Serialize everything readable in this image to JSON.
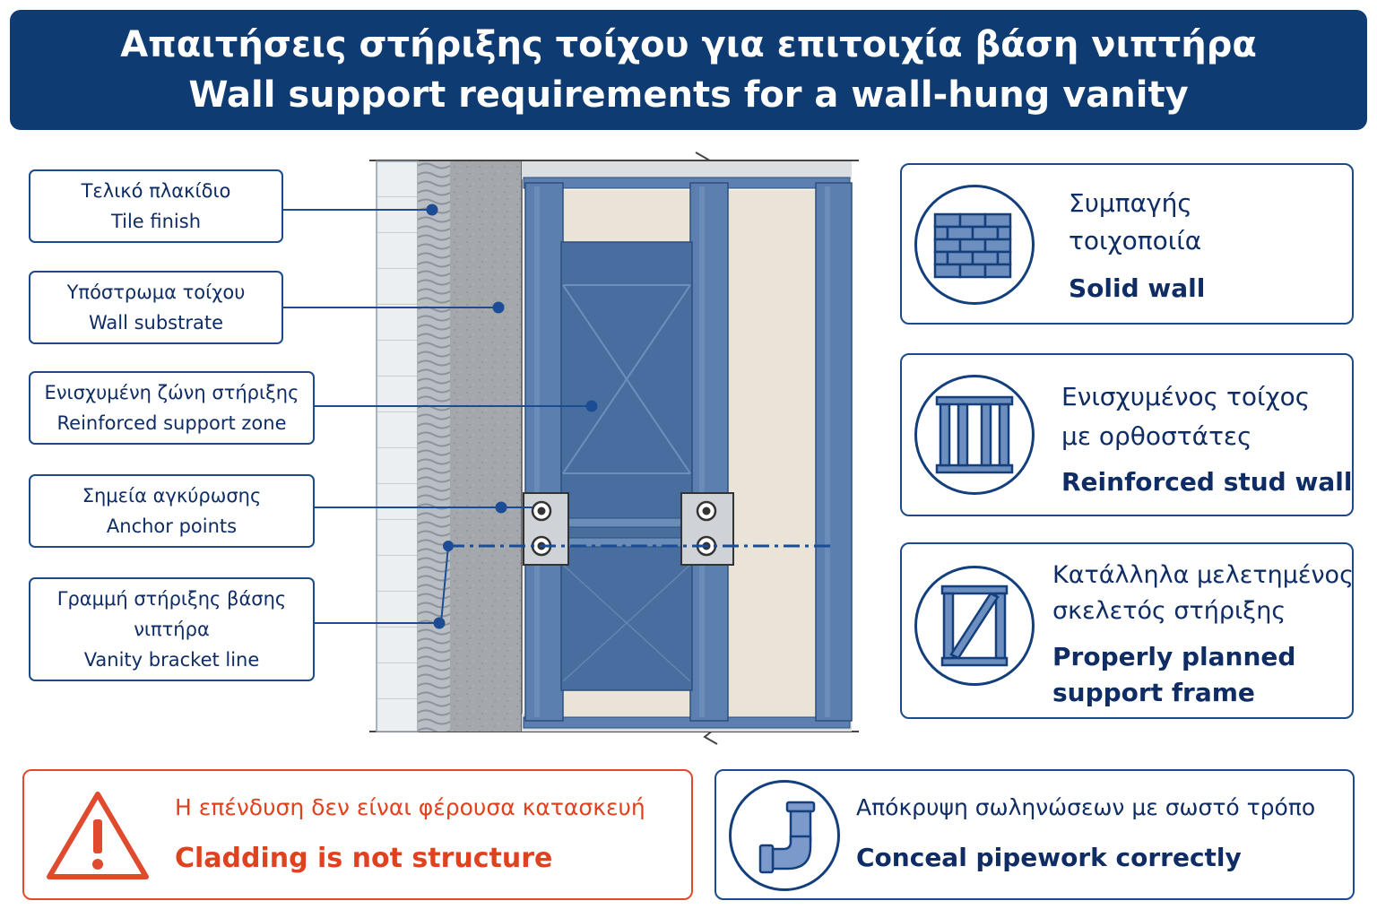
{
  "header": {
    "title_gr": "Απαιτήσεις στήριξης τοίχου για επιτοιχία βάση νιπτήρα",
    "title_en": "Wall support requirements for a wall-hung vanity"
  },
  "labels": [
    {
      "gr": "Τελικό πλακίδιο",
      "en": "Tile finish"
    },
    {
      "gr": "Υπόστρωμα τοίχου",
      "en": "Wall substrate"
    },
    {
      "gr": "Ενισχυμένη ζώνη στήριξης",
      "en": "Reinforced support zone"
    },
    {
      "gr": "Σημεία αγκύρωσης",
      "en": "Anchor points"
    },
    {
      "gr": "Γραμμή στήριξης βάσης",
      "gr2": "νιπτήρα",
      "en": "Vanity bracket line"
    }
  ],
  "cards": [
    {
      "gr1": "Συμπαγής",
      "gr2": "τοιχοποιία",
      "en1": "Solid wall",
      "icon": "brick-wall-icon"
    },
    {
      "gr1": "Ενισχυμένος τοίχος",
      "gr2": "με ορθοστάτες",
      "en1": "Reinforced stud wall",
      "icon": "stud-wall-icon"
    },
    {
      "gr1": "Κατάλληλα μελετημένος",
      "gr2": "σκελετός στήριξης",
      "en1": "Properly planned",
      "en2": "support frame",
      "icon": "braced-frame-icon"
    }
  ],
  "warning": {
    "gr": "Η επένδυση δεν είναι φέρουσα κατασκευή",
    "en": "Cladding is not structure",
    "icon": "warning-triangle-icon"
  },
  "pipework": {
    "gr": "Απόκρυψη σωληνώσεων με σωστό τρόπο",
    "en": "Conceal pipework correctly",
    "icon": "pipe-elbow-icon"
  },
  "colors": {
    "header_bg": "#0f3b73",
    "stud_blue": "#4f75a8",
    "text_navy": "#0f2d64",
    "warning_red": "#e0421f"
  }
}
